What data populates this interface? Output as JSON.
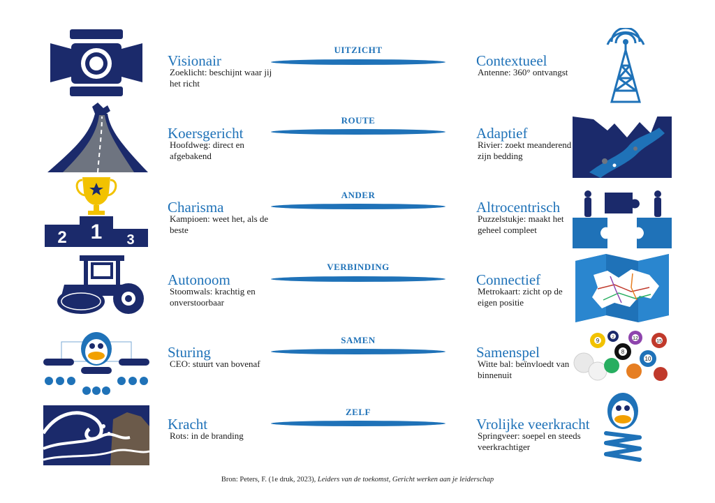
{
  "rows": [
    {
      "left_title": "Visionair",
      "left_desc": "Zoeklicht: beschijnt waar jij het richt",
      "category": "UITZICHT",
      "right_title": "Contextueel",
      "right_desc": "Antenne: 360° ontvangst"
    },
    {
      "left_title": "Koersgericht",
      "left_desc": "Hoofdweg: direct en afgebakend",
      "category": "ROUTE",
      "right_title": "Adaptief",
      "right_desc": "Rivier: zoekt meanderend zijn bedding"
    },
    {
      "left_title": "Charisma",
      "left_desc": "Kampioen: weet het, als de beste",
      "category": "ANDER",
      "right_title": "Altrocentrisch",
      "right_desc": "Puzzelstukje: maakt het geheel compleet"
    },
    {
      "left_title": "Autonoom",
      "left_desc": "Stoomwals: krachtig en onverstoorbaar",
      "category": "VERBINDING",
      "right_title": "Connectief",
      "right_desc": "Metrokaart: zicht op de eigen positie"
    },
    {
      "left_title": "Sturing",
      "left_desc": "CEO: stuurt van bovenaf",
      "category": "SAMEN",
      "right_title": "Samenspel",
      "right_desc": "Witte bal: beïnvloedt van binnenuit"
    },
    {
      "left_title": "Kracht",
      "left_desc": "Rots: in de branding",
      "category": "ZELF",
      "right_title": "Vrolijke veerkracht",
      "right_desc": "Springveer: soepel en steeds veerkrachtiger"
    }
  ],
  "podium": {
    "first": "1",
    "second": "2",
    "third": "3"
  },
  "billiard_numbers": [
    "9",
    "10",
    "8",
    "2",
    "12",
    "15"
  ],
  "footer": {
    "prefix": "Bron: Peters, F. (1e druk, 2023), ",
    "title": "Leiders van de toekomst, Gericht werken aan je leiderschap"
  },
  "icons": {
    "left": [
      "spotlight-icon",
      "highway-icon",
      "podium-trophy-icon",
      "steamroller-icon",
      "org-chart-icon",
      "wave-rock-icon"
    ],
    "right": [
      "antenna-icon",
      "river-icon",
      "puzzle-icon",
      "metro-map-icon",
      "billiard-balls-icon",
      "spring-icon"
    ]
  },
  "colors": {
    "accent": "#1f72b8",
    "navy": "#1b2a6b",
    "text": "#1a1a1a"
  }
}
